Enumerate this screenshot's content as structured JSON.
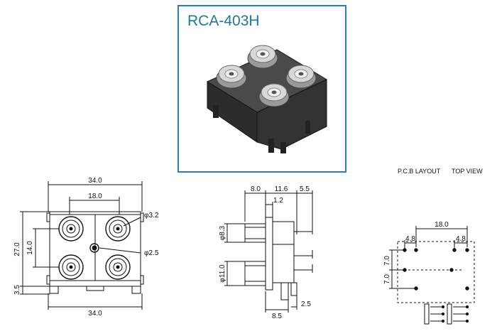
{
  "title": "RCA-403H",
  "layout_labels": {
    "pcb": "P.C.B LAYOUT",
    "top": "TOP VIEW"
  },
  "front_view": {
    "dim_top_width": "34.0",
    "dim_inner_span": "18.0",
    "dim_hole": "φ3.2",
    "dim_height": "27.0",
    "dim_vertical_pitch": "14.0",
    "dim_small_hole": "φ2.5",
    "dim_base": "3.5",
    "dim_bottom_width": "34.0"
  },
  "side_view": {
    "dim_a": "8.0",
    "dim_b": "11.6",
    "dim_c": "5.5",
    "dim_d": "1.2",
    "dim_upper_dia": "φ8.3",
    "dim_lower_dia": "φ11.0",
    "dim_bottom_a": "8.5",
    "dim_bottom_b": "2.5"
  },
  "pcb_view": {
    "dim_width": "18.0",
    "dim_left_offset": "4.8",
    "dim_right_offset": "4.8",
    "dim_row1": "7.0",
    "dim_row2": "7.0"
  },
  "colors": {
    "frame": "#2f7fa0",
    "title": "#1f7a9a",
    "line": "#111111"
  }
}
